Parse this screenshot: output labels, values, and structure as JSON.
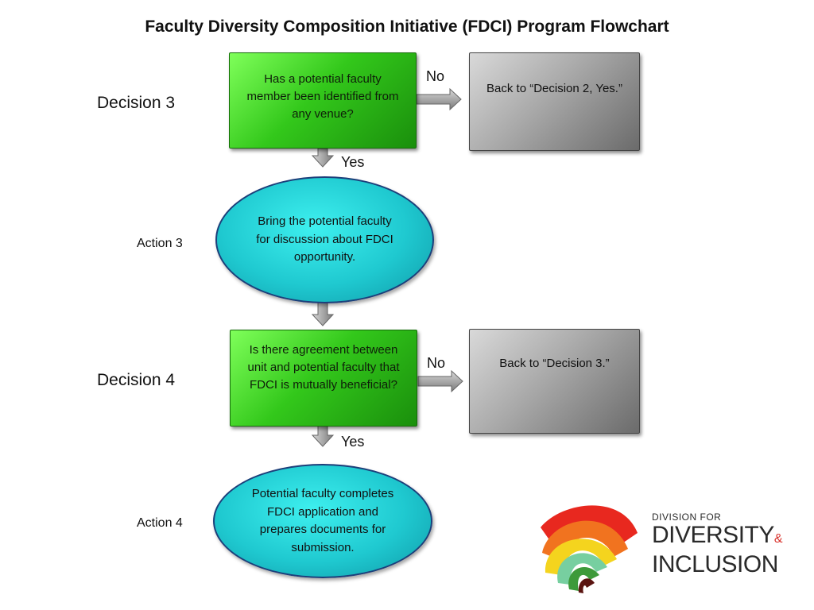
{
  "title": "Faculty Diversity Composition Initiative (FDCI) Program Flowchart",
  "labels": {
    "decision3": "Decision 3",
    "action3": "Action 3",
    "decision4": "Decision 4",
    "action4": "Action 4"
  },
  "nodes": {
    "decision3_box": "Has a potential faculty member been identified from any venue?",
    "decision3_no_box": "Back to “Decision 2, Yes.”",
    "action3_oval": "Bring the potential faculty for discussion about FDCI opportunity.",
    "decision4_box": "Is there agreement between unit and potential faculty that FDCI is mutually beneficial?",
    "decision4_no_box": "Back to “Decision 3.”",
    "action4_oval": "Potential faculty completes FDCI application and prepares documents for submission."
  },
  "connectors": {
    "no": "No",
    "yes": "Yes"
  },
  "logo": {
    "line1": "DIVISION FOR",
    "line2": "DIVERSITY",
    "amp": "&",
    "line3": "INCLUSION"
  },
  "colors": {
    "decision_box": "#33c81b",
    "back_box": "#a9a9a9",
    "action_oval": "#1fc9d0",
    "oval_border": "#1c3f7a"
  }
}
